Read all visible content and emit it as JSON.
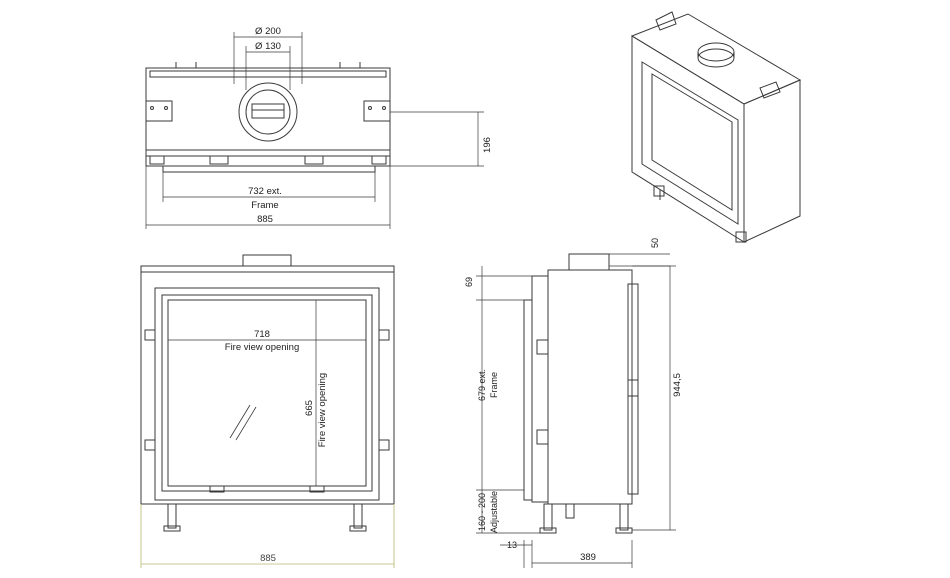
{
  "top_view": {
    "dia_outer": "Ø 200",
    "dia_inner": "Ø 130",
    "height": "196",
    "frame_width": "732 ext.",
    "frame_label": "Frame",
    "total_width": "885"
  },
  "front_view": {
    "opening_width": "718",
    "opening_width_label": "Fire view opening",
    "opening_height": "665",
    "opening_height_label": "Fire view opening",
    "total_width": "885"
  },
  "side_view": {
    "top_offset": "50",
    "frame_top": "69",
    "frame_height": "679 ext.",
    "frame_label": "Frame",
    "total_height": "944,5",
    "legs_range": "160 - 200",
    "legs_label": "Adjustable",
    "depth_offset": "13",
    "depth": "389"
  },
  "colors": {
    "line": "#3a3a3a",
    "accent_dim": "#b8b870"
  }
}
